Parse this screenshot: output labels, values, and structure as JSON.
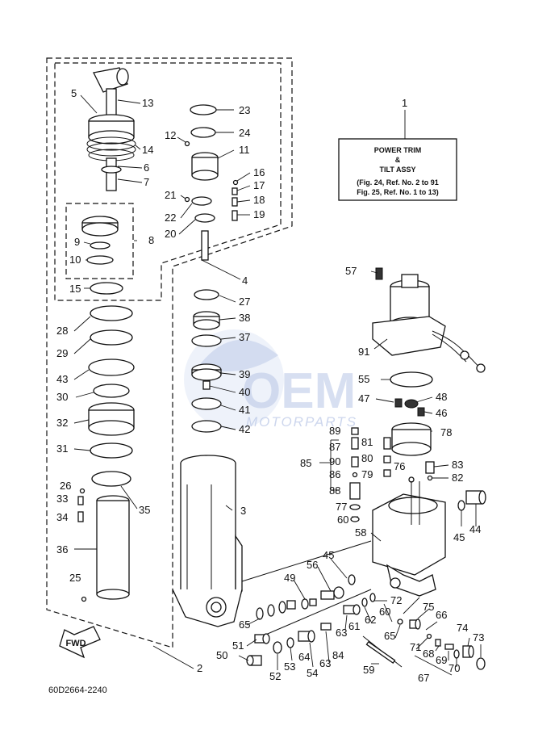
{
  "diagram_code": "60D2664-2240",
  "note": {
    "line1": "POWER TRIM",
    "line2": "&",
    "line3": "TILT ASSY",
    "line4": "(Fig. 24, Ref. No. 2 to 91",
    "line5": "Fig. 25, Ref. No. 1 to 13)"
  },
  "fwd_label": "FWD",
  "watermark": {
    "brand": "OEM",
    "sub": "MOTORPARTS"
  },
  "callouts": {
    "p1": "1",
    "p2": "2",
    "p3": "3",
    "p4": "4",
    "p5": "5",
    "p6": "6",
    "p7": "7",
    "p8": "8",
    "p9": "9",
    "p10": "10",
    "p11": "11",
    "p12": "12",
    "p13": "13",
    "p14": "14",
    "p15": "15",
    "p16": "16",
    "p17": "17",
    "p18": "18",
    "p19": "19",
    "p20": "20",
    "p21": "21",
    "p22": "22",
    "p23": "23",
    "p24": "24",
    "p25": "25",
    "p26": "26",
    "p27": "27",
    "p28": "28",
    "p29": "29",
    "p30": "30",
    "p31": "31",
    "p32": "32",
    "p33": "33",
    "p34": "34",
    "p35": "35",
    "p36": "36",
    "p37": "37",
    "p38": "38",
    "p39": "39",
    "p40": "40",
    "p41": "41",
    "p42": "42",
    "p43": "43",
    "p44": "44",
    "p45": "45",
    "p45b": "45",
    "p46": "46",
    "p47": "47",
    "p48": "48",
    "p49": "49",
    "p50": "50",
    "p51": "51",
    "p52": "52",
    "p53": "53",
    "p54": "54",
    "p55": "55",
    "p56": "56",
    "p57": "57",
    "p58": "58",
    "p59": "59",
    "p60": "60",
    "p60b": "60",
    "p61": "61",
    "p62": "62",
    "p63": "63",
    "p63b": "63",
    "p64": "64",
    "p65": "65",
    "p65b": "65",
    "p66": "66",
    "p67": "67",
    "p68": "68",
    "p69": "69",
    "p70": "70",
    "p71": "71",
    "p72": "72",
    "p73": "73",
    "p74": "74",
    "p75": "75",
    "p76": "76",
    "p77": "77",
    "p78": "78",
    "p79": "79",
    "p80": "80",
    "p81": "81",
    "p82": "82",
    "p83": "83",
    "p84": "84",
    "p85": "85",
    "p86": "86",
    "p87": "87",
    "p88": "88",
    "p89": "89",
    "p90": "90",
    "p91": "91"
  }
}
